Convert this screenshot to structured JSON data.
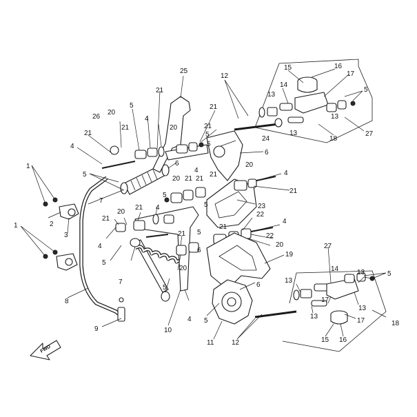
{
  "callouts": [
    {
      "id": "c25",
      "text": "25"
    },
    {
      "id": "c12t",
      "text": "12"
    },
    {
      "id": "c16t",
      "text": "16"
    },
    {
      "id": "c15t",
      "text": "15"
    },
    {
      "id": "c17t",
      "text": "17"
    },
    {
      "id": "c14t",
      "text": "14"
    },
    {
      "id": "c13ta",
      "text": "13"
    },
    {
      "id": "c5tr",
      "text": "5"
    },
    {
      "id": "c13tb",
      "text": "13"
    },
    {
      "id": "c13tc",
      "text": "13"
    },
    {
      "id": "c27t",
      "text": "27"
    },
    {
      "id": "c18t",
      "text": "18"
    },
    {
      "id": "c21a",
      "text": "21"
    },
    {
      "id": "c5a",
      "text": "5"
    },
    {
      "id": "c21b",
      "text": "21"
    },
    {
      "id": "c26",
      "text": "26"
    },
    {
      "id": "c20a",
      "text": "20"
    },
    {
      "id": "c21c",
      "text": "21"
    },
    {
      "id": "c4a",
      "text": "4"
    },
    {
      "id": "c20b",
      "text": "20"
    },
    {
      "id": "c21d",
      "text": "21"
    },
    {
      "id": "c21e",
      "text": "21"
    },
    {
      "id": "c5b",
      "text": "5"
    },
    {
      "id": "c24",
      "text": "24"
    },
    {
      "id": "c6a",
      "text": "6"
    },
    {
      "id": "c4b",
      "text": "4"
    },
    {
      "id": "c5c",
      "text": "5"
    },
    {
      "id": "c6b",
      "text": "6"
    },
    {
      "id": "c20c",
      "text": "20"
    },
    {
      "id": "c4c",
      "text": "4"
    },
    {
      "id": "c21f",
      "text": "21"
    },
    {
      "id": "c4d",
      "text": "4"
    },
    {
      "id": "c20d",
      "text": "20"
    },
    {
      "id": "c21g",
      "text": "21"
    },
    {
      "id": "c21h",
      "text": "21"
    },
    {
      "id": "c5d",
      "text": "5"
    },
    {
      "id": "c21i",
      "text": "21"
    },
    {
      "id": "c7a",
      "text": "7"
    },
    {
      "id": "c23",
      "text": "23"
    },
    {
      "id": "c1a",
      "text": "1"
    },
    {
      "id": "c5e",
      "text": "5"
    },
    {
      "id": "c4e",
      "text": "4"
    },
    {
      "id": "c20e",
      "text": "20"
    },
    {
      "id": "c21j",
      "text": "21"
    },
    {
      "id": "c5f",
      "text": "5"
    },
    {
      "id": "c22a",
      "text": "22"
    },
    {
      "id": "c4f",
      "text": "4"
    },
    {
      "id": "c21k",
      "text": "21"
    },
    {
      "id": "c21l",
      "text": "21"
    },
    {
      "id": "c4g",
      "text": "4"
    },
    {
      "id": "c2",
      "text": "2"
    },
    {
      "id": "c3",
      "text": "3"
    },
    {
      "id": "c1b",
      "text": "1"
    },
    {
      "id": "c21m",
      "text": "21"
    },
    {
      "id": "c20f",
      "text": "20"
    },
    {
      "id": "c5g",
      "text": "5"
    },
    {
      "id": "c6c",
      "text": "6"
    },
    {
      "id": "c19",
      "text": "19"
    },
    {
      "id": "c7b",
      "text": "7"
    },
    {
      "id": "c20g",
      "text": "20"
    },
    {
      "id": "c5h",
      "text": "5"
    },
    {
      "id": "c22b",
      "text": "22"
    },
    {
      "id": "c27b",
      "text": "27"
    },
    {
      "id": "c14b",
      "text": "14"
    },
    {
      "id": "c13ba",
      "text": "13"
    },
    {
      "id": "c13bb",
      "text": "13"
    },
    {
      "id": "c5br",
      "text": "5"
    },
    {
      "id": "c8",
      "text": "8"
    },
    {
      "id": "c6d",
      "text": "6"
    },
    {
      "id": "c13bc",
      "text": "13"
    },
    {
      "id": "c17b",
      "text": "17"
    },
    {
      "id": "c13bd",
      "text": "13"
    },
    {
      "id": "c17c",
      "text": "17"
    },
    {
      "id": "c4h",
      "text": "4"
    },
    {
      "id": "c5i",
      "text": "5"
    },
    {
      "id": "c10",
      "text": "10"
    },
    {
      "id": "c9",
      "text": "9"
    },
    {
      "id": "c11",
      "text": "11"
    },
    {
      "id": "c12b",
      "text": "12"
    },
    {
      "id": "c15b",
      "text": "15"
    },
    {
      "id": "c16b",
      "text": "16"
    },
    {
      "id": "c18b",
      "text": "18"
    },
    {
      "id": "c5j",
      "text": "5"
    }
  ],
  "fwd_label": "FWD"
}
